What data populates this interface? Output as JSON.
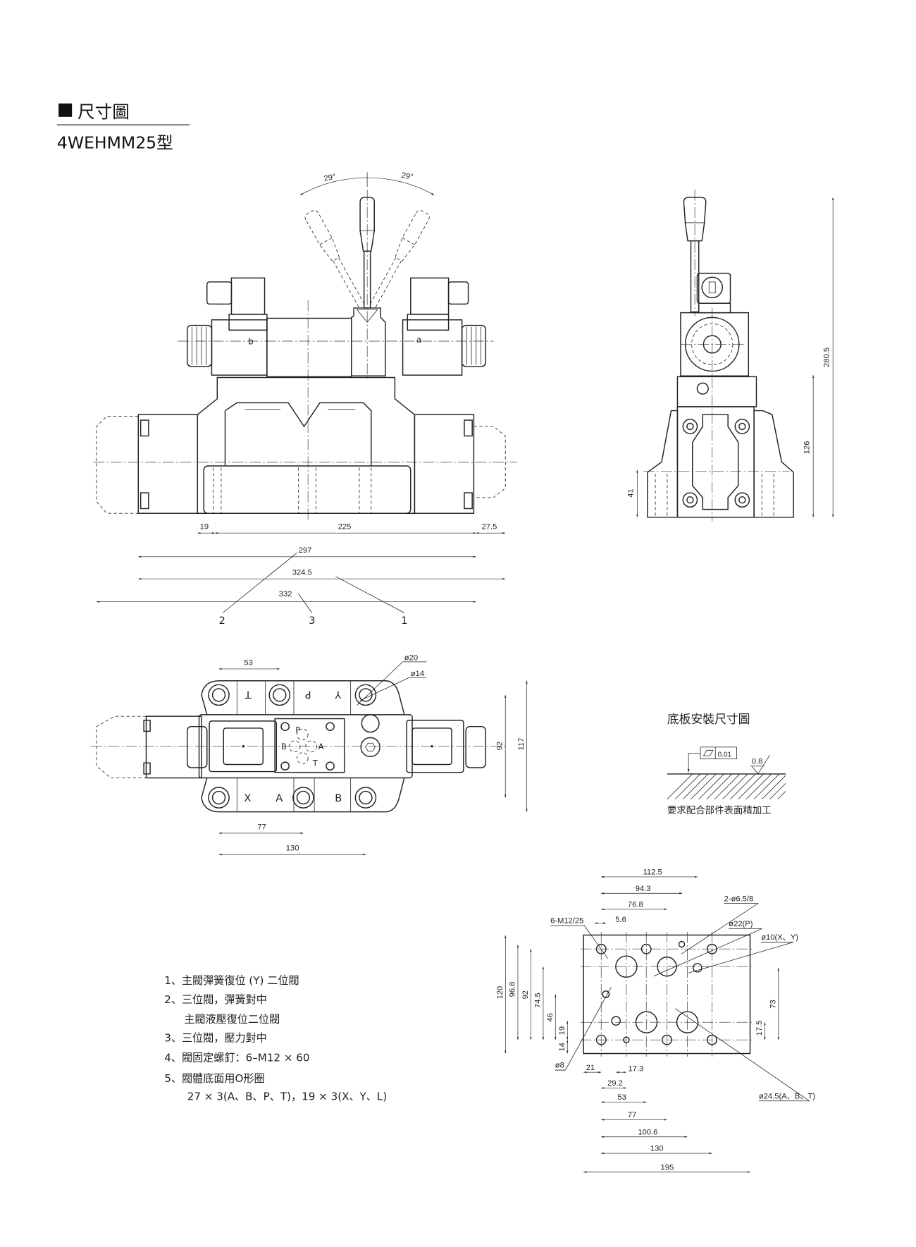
{
  "header": {
    "title": "尺寸圖",
    "model": "4WEHMM25型"
  },
  "front_view": {
    "angle_left": "29°",
    "angle_right": "29°",
    "solenoid_b": "b",
    "solenoid_a": "a",
    "dims": {
      "d19": "19",
      "d225": "225",
      "d27_5": "27.5",
      "d297": "297",
      "d324_5": "324.5",
      "d332": "332"
    },
    "callouts": [
      "2",
      "3",
      "1"
    ]
  },
  "side_view": {
    "dims": {
      "d280_5": "280.5",
      "d126": "126",
      "d41": "41"
    }
  },
  "top_view": {
    "ports_top": [
      "T",
      "P",
      "Y"
    ],
    "ports_bottom": [
      "X",
      "A",
      "B"
    ],
    "pilot_ports": [
      "P",
      "B",
      "A",
      "T"
    ],
    "dims": {
      "d53": "53",
      "dia20": "ø20",
      "dia14": "ø14",
      "d92": "92",
      "d117": "117",
      "d77": "77",
      "d130": "130"
    }
  },
  "surface": {
    "title": "底板安裝尺寸圖",
    "flatness": "0.01",
    "roughness": "0.8",
    "caption": "要求配合部件表面精加工"
  },
  "plate": {
    "labels": {
      "m12": "6-M12/25",
      "pin": "2-ø6.5/8",
      "p": "ø22(P)",
      "xy": "ø10(X、Y)",
      "d8": "ø8",
      "abt": "ø24.5(A、B、T)"
    },
    "dims": {
      "d112_5": "112.5",
      "d94_3": "94.3",
      "d76_8": "76.8",
      "d5_6": "5.6",
      "d120": "120",
      "d96_8": "96.8",
      "d92": "92",
      "d74_5": "74.5",
      "d46": "46",
      "d19": "19",
      "d14": "14",
      "d17_5": "17.5",
      "d73": "73",
      "d21": "21",
      "d17_3": "17.3",
      "d29_2": "29.2",
      "d53": "53",
      "d77": "77",
      "d100_6": "100.6",
      "d130": "130",
      "d195": "195"
    }
  },
  "notes": [
    "1、主閥彈簧復位 (Y) 二位閥",
    "2、三位閥，彈簧對中",
    "主閥液壓復位二位閥",
    "3、三位閥，壓力對中",
    "4、閥固定螺釘：6–M12 × 60",
    "5、閥體底面用O形圈",
    "27 × 3(A、B、P、T)，19 × 3(X、Y、L)"
  ]
}
